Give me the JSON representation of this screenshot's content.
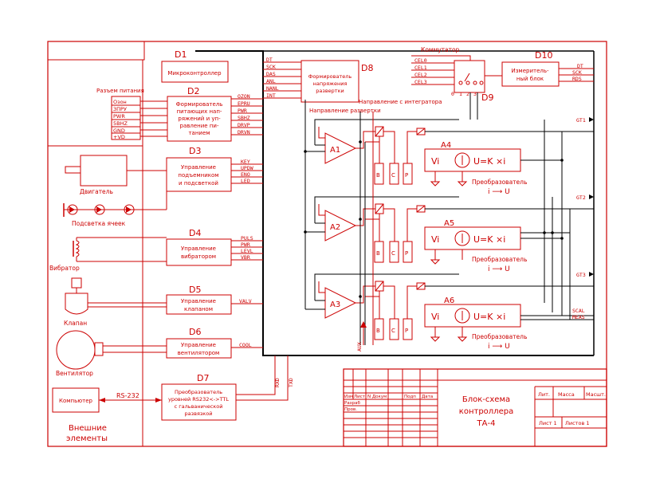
{
  "blocks": {
    "d1": {
      "id": "D1",
      "lines": [
        "Микроконтроллер"
      ]
    },
    "d2": {
      "id": "D2",
      "lines": [
        "Формирователь",
        "питающих нап-",
        "ряжений и уп-",
        "равление пи-",
        "танием"
      ]
    },
    "d3": {
      "id": "D3",
      "lines": [
        "Управление",
        "подъемником",
        "и подсветкой"
      ]
    },
    "d4": {
      "id": "D4",
      "lines": [
        "Управление",
        "вибратором"
      ]
    },
    "d5": {
      "id": "D5",
      "lines": [
        "Управление",
        "клапаном"
      ]
    },
    "d6": {
      "id": "D6",
      "lines": [
        "Управление",
        "вентилятором"
      ]
    },
    "d7": {
      "id": "D7",
      "lines": [
        "Преобразователь",
        "уровней RS232<->TTL",
        "с гальванической",
        "развязкой"
      ]
    },
    "d8": {
      "id": "D8",
      "lines": [
        "Формирователь",
        "напряжения",
        "развертки"
      ]
    },
    "d9": {
      "id": "D9"
    },
    "d10": {
      "id": "D10",
      "lines": [
        "Измеритель-",
        "ный блок"
      ]
    }
  },
  "power_connector": {
    "title": "Разъем питания",
    "pins": [
      "Озон",
      "ЗПРУ",
      "PWR",
      "5ВНZ",
      "GND",
      "+VD"
    ]
  },
  "signals": {
    "d2": [
      "OZON",
      "EPRU",
      "PWR",
      "SBHZ",
      "DRVP",
      "DRVN"
    ],
    "d3": [
      "KEY",
      "UPDW",
      "ENO",
      "LED"
    ],
    "d4": [
      "PULS",
      "PWR",
      "LEVL",
      "VBR"
    ],
    "d5": [
      "VALV"
    ],
    "d6": [
      "COOL"
    ],
    "d7": [
      "RXD",
      "TXD"
    ],
    "d8_in": [
      "DT",
      "SCK",
      "DAS",
      "ANL",
      "NANL",
      "INT"
    ],
    "cel": [
      "CEL0",
      "CEL1",
      "CEL2",
      "CEL3"
    ],
    "d10_right": [
      "DT",
      "SCK",
      "RDS"
    ],
    "gt": [
      "GT1",
      "GT2",
      "GT3"
    ],
    "meas": [
      "SCAL",
      "MEAS"
    ],
    "aux": "AUX"
  },
  "labels": {
    "commutator": "Коммутатор",
    "interrogator_dir": "Направление с интегратора",
    "sweep_dir": "Направление развертки",
    "switch_pins": [
      "0",
      "1",
      "2",
      "3"
    ],
    "amps": [
      "A1",
      "A2",
      "A3"
    ],
    "converters": [
      "A4",
      "A5",
      "A6"
    ],
    "vi": "Vi",
    "formula": "U=K ×i",
    "conv_caption": "Преобразователь",
    "conv_sub": "i ⟶ U",
    "bcp": [
      "B",
      "C",
      "P"
    ]
  },
  "external": {
    "motor": "Двигатель",
    "cell_light": "Подсветка ячеек",
    "vibrator": "Вибратор",
    "valve": "Клапан",
    "fan": "Вентилятор",
    "computer": "Компьютер",
    "rs232": "RS-232",
    "section_title": [
      "Внешние",
      "элементы"
    ]
  },
  "title_block": {
    "title": [
      "Блок-схема",
      "контроллера",
      "ТА-4"
    ],
    "cols": [
      "Изм",
      "Лист",
      "N Докум",
      "Подп",
      "Дата"
    ],
    "rows": [
      "Разраб",
      "Пров."
    ],
    "right": [
      "Лит.",
      "Масса",
      "Масшт."
    ],
    "sheet": "Лист 1",
    "sheets": "Листов 1"
  }
}
